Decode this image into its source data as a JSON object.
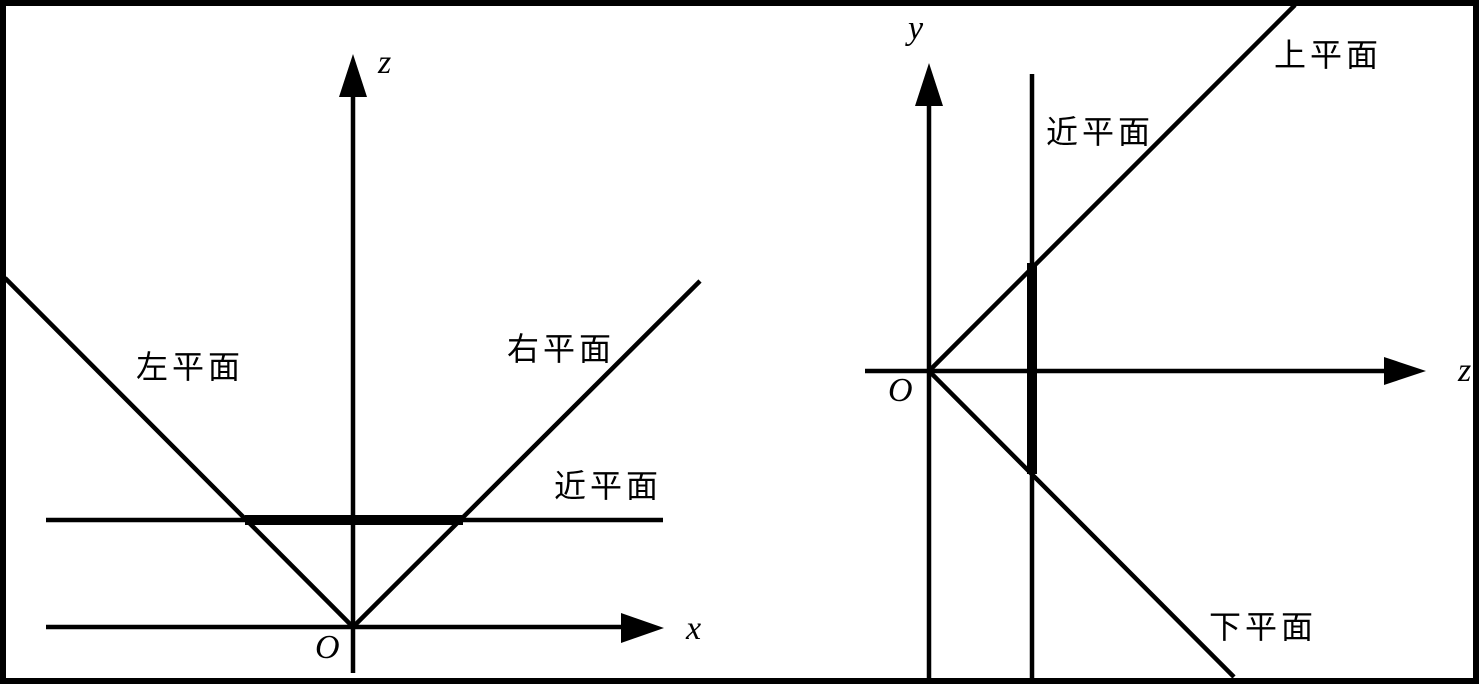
{
  "figure": {
    "description_colors": {
      "line": "#000000",
      "background": "#ffffff"
    },
    "left": {
      "vertical_axis_label": "z",
      "horizontal_axis_label": "x",
      "origin_label": "O",
      "left_plane_label": "左平面",
      "right_plane_label": "右平面",
      "near_plane_label": "近平面"
    },
    "right": {
      "vertical_axis_label": "y",
      "horizontal_axis_label": "z",
      "origin_label": "O",
      "top_plane_label": "上平面",
      "bottom_plane_label": "下平面",
      "near_plane_label": "近平面"
    }
  }
}
